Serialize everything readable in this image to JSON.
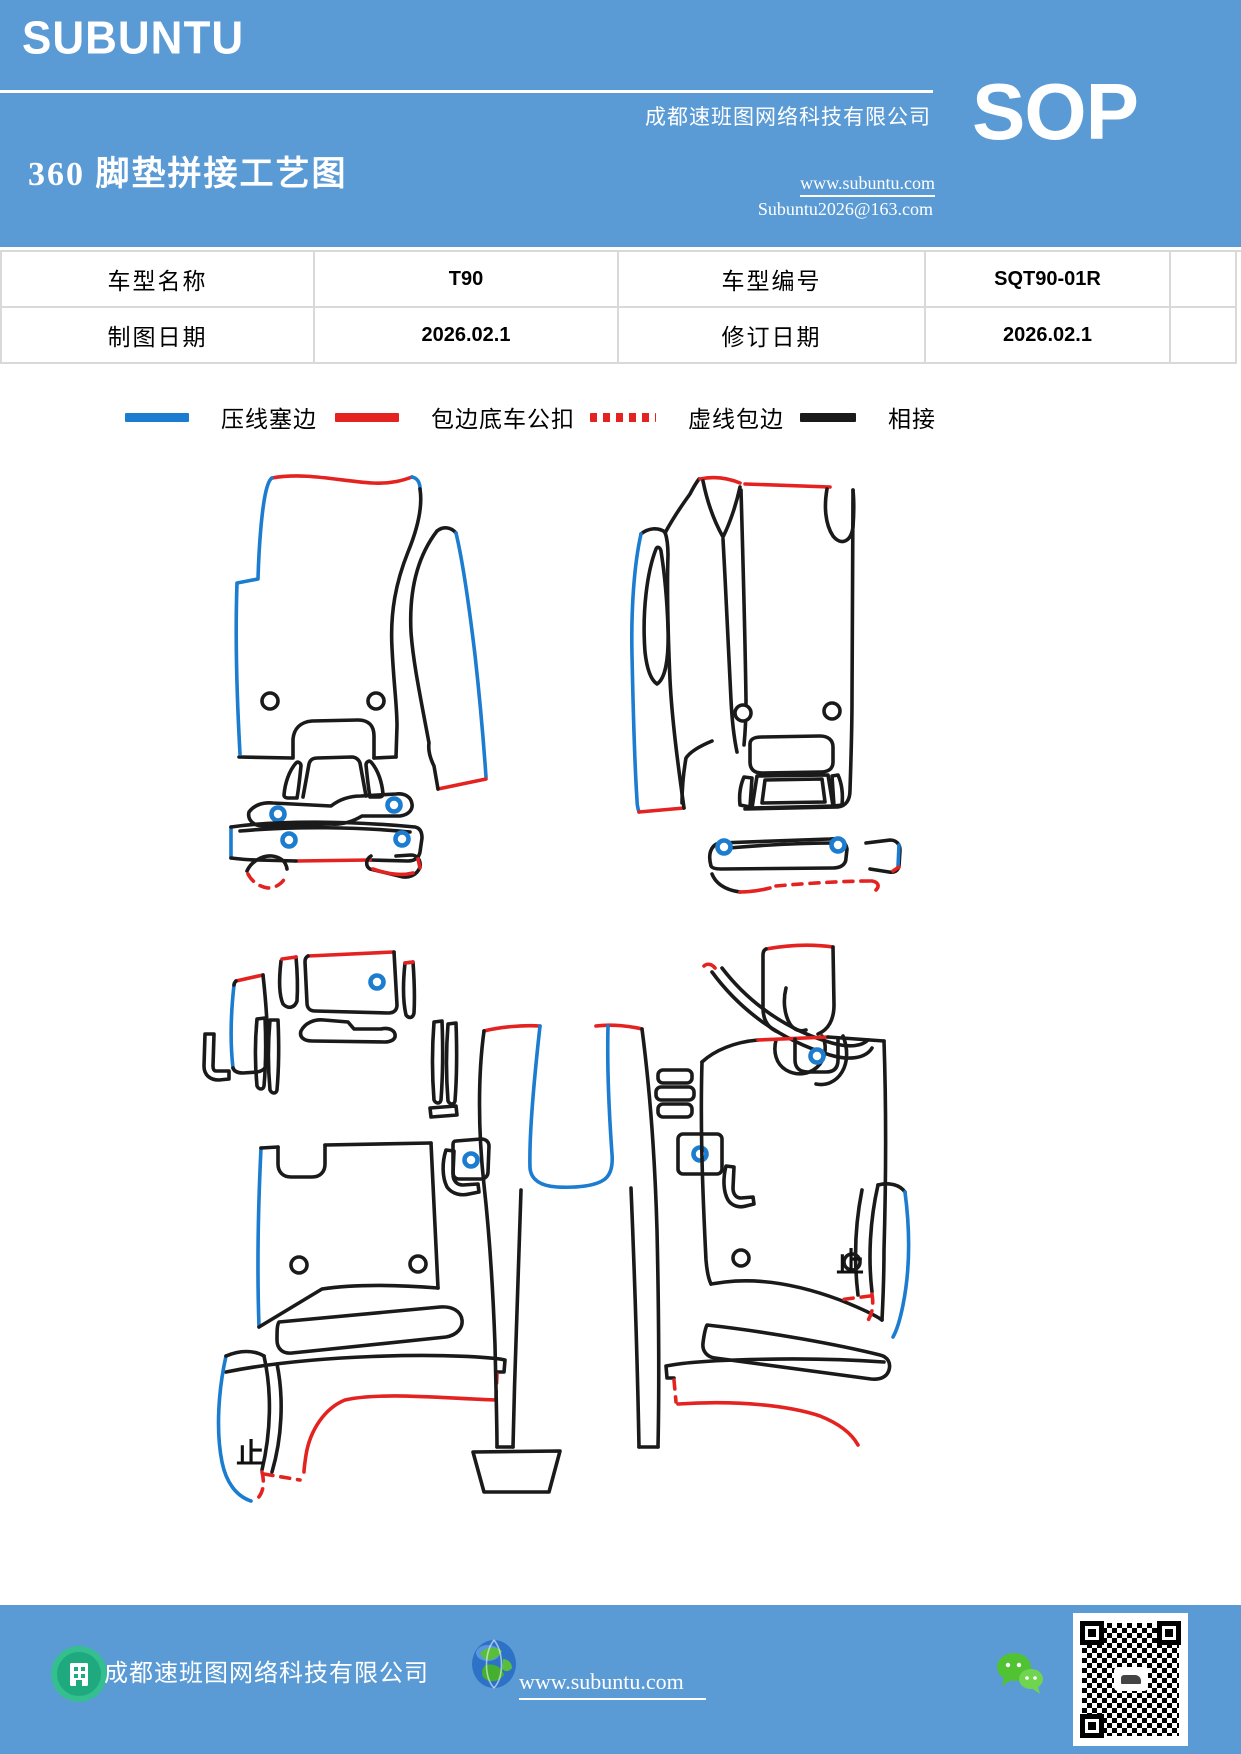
{
  "header": {
    "logo": "SUBUNTU",
    "title": "360 脚垫拼接工艺图",
    "company": "成都速班图网络科技有限公司",
    "website": "www.subuntu.com",
    "email": "Subuntu2026@163.com",
    "sop": "SOP"
  },
  "info_table": {
    "rows": [
      {
        "c1": "车型名称",
        "v1": "T90",
        "c2": "车型编号",
        "v2": "SQT90-01R"
      },
      {
        "c1": "制图日期",
        "v1": "2026.02.1",
        "c2": "修订日期",
        "v2": "2026.02.1"
      }
    ]
  },
  "legend": {
    "items": [
      {
        "label": "压线塞边",
        "style": "solid-blue"
      },
      {
        "label": "包边底车公扣",
        "style": "solid-red"
      },
      {
        "label": "虚线包边",
        "style": "dotted-red"
      },
      {
        "label": "相接",
        "style": "solid-black"
      }
    ]
  },
  "diagram": {
    "stop_marker": "止",
    "description": "360 floor mat stitching pattern pieces: front-left mat set, front-right mat set, full rear set"
  },
  "footer": {
    "company": "成都速班图网络科技有限公司",
    "website": "www.subuntu.com"
  },
  "colors": {
    "header_bg": "#5B9BD5",
    "line_blue": "#1B7CD0",
    "line_red": "#E42320",
    "line_black": "#1A1A1A",
    "table_border": "#D9D9D9",
    "wechat_green": "#51C332",
    "icon_green": "#2BB283",
    "globe_blue": "#2E72C8"
  }
}
